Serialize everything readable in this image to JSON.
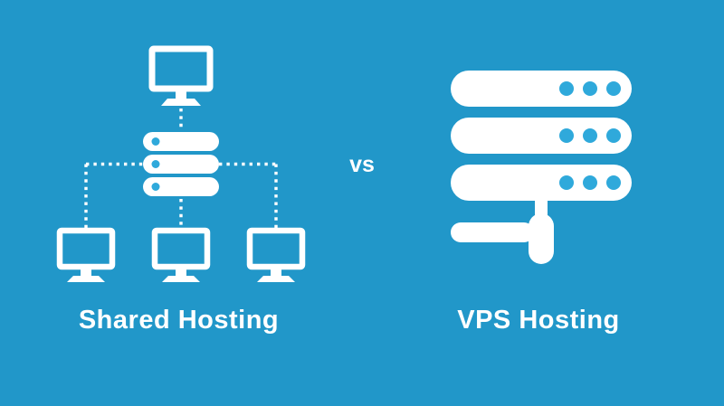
{
  "labels": {
    "left": "Shared Hosting",
    "versus": "vs",
    "right": "VPS Hosting"
  },
  "colors": {
    "background": "#2197c9",
    "white": "#ffffff",
    "dot": "#2fa9db"
  },
  "icons": {
    "left_top": "monitor-icon",
    "left_middle": "server-stack-icon",
    "left_connections": "dotted-network-lines",
    "left_bottom": "client-monitor-icons",
    "right": "vps-server-with-cable-icon"
  }
}
